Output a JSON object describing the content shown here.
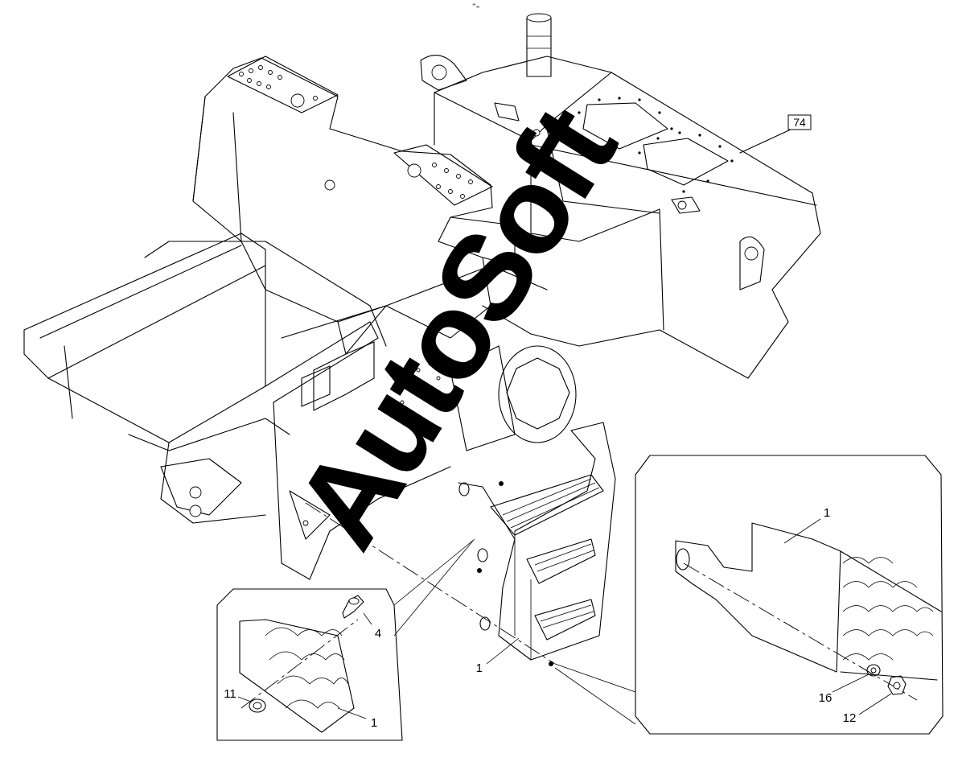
{
  "callouts": {
    "main_tank": "74",
    "main_step": "1",
    "left_detail_step": "1",
    "left_detail_bolt": "4",
    "left_detail_nut": "11",
    "right_detail_step": "1",
    "right_detail_washer": "16",
    "right_detail_nut": "12"
  },
  "watermark": "AutoSoft",
  "corner_mark": "⁼₌"
}
